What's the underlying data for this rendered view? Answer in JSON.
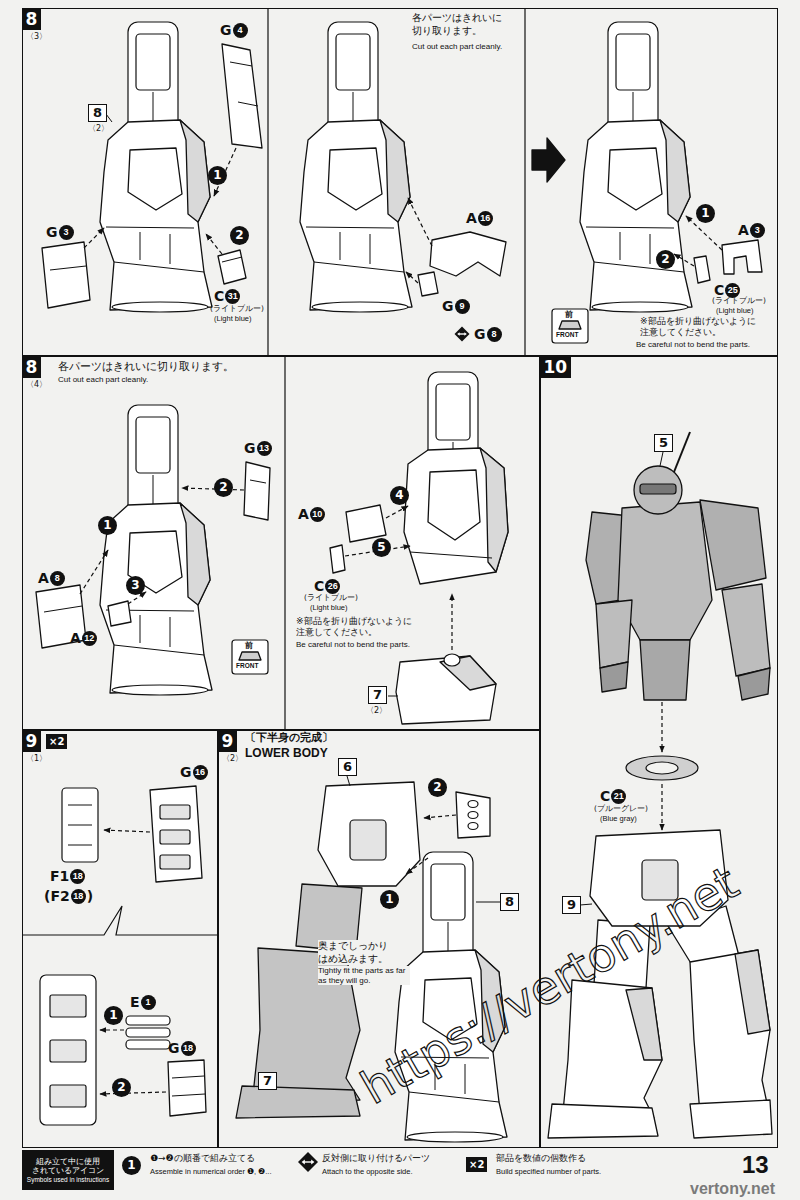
{
  "diagram": {
    "nodes": [
      {
        "text": [
          "8",
          "〈3〉"
        ]
      },
      {
        "text": [
          "8",
          "〈4〉"
        ]
      },
      {
        "text": [
          "10"
        ]
      },
      {
        "text": [
          "9",
          "〈1〉"
        ]
      },
      {
        "text": [
          "9",
          "〈2〉",
          "〔下半身の完成〕",
          "LOWER BODY"
        ]
      },
      {
        "text": [
          "組み立て中に使用 されているアイコン",
          "Symbols used in instructions"
        ]
      }
    ],
    "labels": [
      "8",
      "〈2〉",
      "G",
      "4",
      "1",
      "G",
      "3",
      "2",
      "C",
      "31",
      "(ライトブルー)",
      "(Light blue)",
      "各パーツはきれいに 切り取ります。",
      "Cut out each part cleanly.",
      "A",
      "16",
      "G",
      "9",
      "G",
      "8",
      "1",
      "A",
      "3",
      "2",
      "C",
      "25",
      "(ライトブルー)",
      "(Light blue)",
      "※部品を折り曲げないように 注意してください。",
      "Be careful not to bend the parts.",
      "前",
      "FRONT",
      "各パーツはきれいに切り取ります。",
      "Cut out each part cleanly.",
      "G",
      "13",
      "2",
      "1",
      "A",
      "8",
      "3",
      "A",
      "12",
      "前",
      "FRONT",
      "A",
      "10",
      "4",
      "5",
      "C",
      "26",
      "(ライトブルー)",
      "(Light blue)",
      "※部品を折り曲げないように 注意してください。",
      "Be careful not to bend the parts.",
      "7",
      "〈2〉",
      "5",
      "C",
      "21",
      "(ブルーグレー)",
      "(Blue gray)",
      "9",
      "×2",
      "G",
      "16",
      "F1",
      "18",
      "(F2",
      "18",
      ")",
      "E",
      "1",
      "1",
      "G",
      "18",
      "2",
      "6",
      "2",
      "1",
      "8",
      "奥までしっかり はめ込みます。",
      "Tightly fit the parts as far as they will go.",
      "7",
      "1",
      "Assemble in numerical order ❶, ❷...",
      "Attach to the opposite side.",
      "×2",
      "Build specified number of parts.",
      "13",
      "https://vertony.net",
      "vertony.net"
    ],
    "legend": [
      {
        "text": "❶→❷の順番で組み立てる"
      },
      {
        "text": "反対側に取り付けるパーツ"
      },
      {
        "text": "部品を数値の個数作る"
      }
    ]
  }
}
